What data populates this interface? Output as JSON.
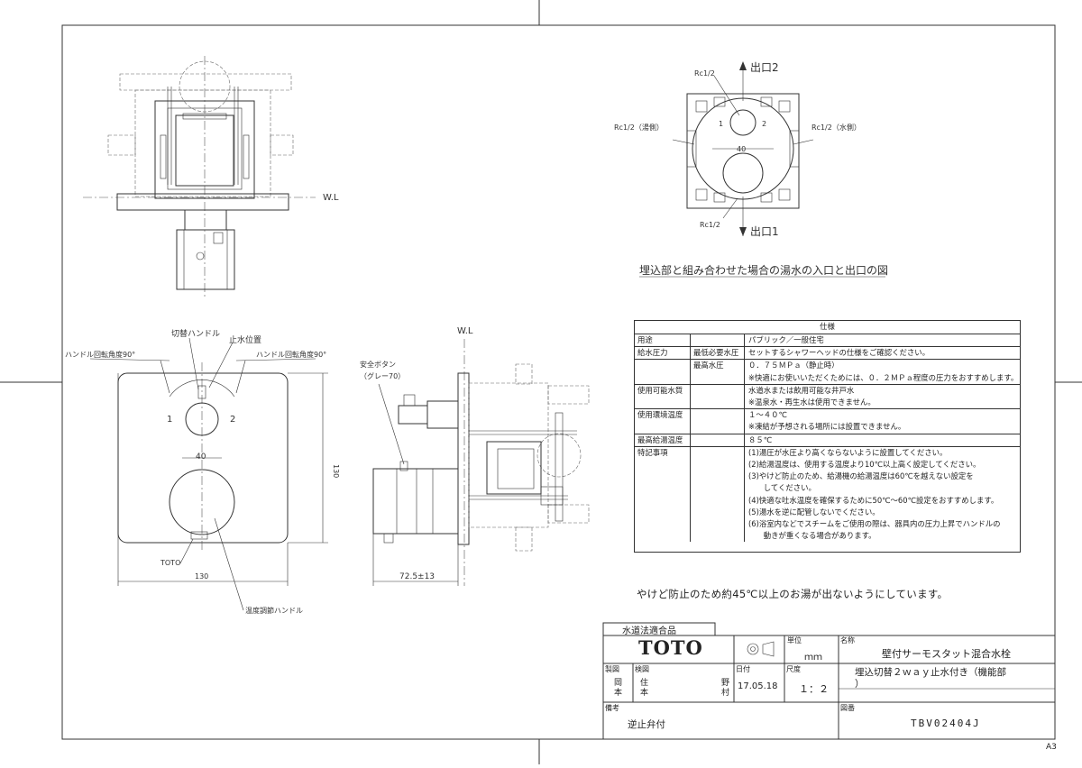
{
  "top_view": {
    "wl": "W.L"
  },
  "port_view": {
    "outlet2": "出口2",
    "outlet1": "出口1",
    "rc_top": "Rc1/2",
    "rc_bottom": "Rc1/2",
    "rc_left": "Rc1/2（湯側）",
    "rc_right": "Rc1/2（水側）",
    "num1": "1",
    "num2": "2",
    "num40": "40",
    "caption": "埋込部と組み合わせた場合の湯水の入口と出口の図"
  },
  "front_view": {
    "switch_handle": "切替ハンドル",
    "stop_position": "止水位置",
    "rot_left": "ハンドル回転角度90°",
    "rot_right": "ハンドル回転角度90°",
    "num1": "1",
    "num2": "2",
    "num40": "40",
    "toto_mark": "TOTO",
    "dim_height": "130",
    "dim_width": "130",
    "temp_handle": "温度調節ハンドル"
  },
  "side_view": {
    "wl": "W.L",
    "safety_button": "安全ボタン",
    "safety_color": "（グレー70）",
    "dim_depth": "72.5±13"
  },
  "spec": {
    "header": "仕様",
    "rows": [
      {
        "label": "用途",
        "sub": "",
        "values": [
          "パブリック／一般住宅"
        ]
      },
      {
        "label": "給水圧力",
        "sub": "最低必要水圧",
        "values": [
          "セットするシャワーヘッドの仕様をご確認ください。"
        ]
      },
      {
        "label": "",
        "sub": "最高水圧",
        "values": [
          "０．７５ＭＰａ（静止時）",
          "※快適にお使いいただくためには、０．２ＭＰａ程度の圧力をおすすめします。"
        ]
      },
      {
        "label": "使用可能水質",
        "sub": "",
        "values": [
          "水道水または飲用可能な井戸水",
          "※温泉水・再生水は使用できません。"
        ]
      },
      {
        "label": "使用環境温度",
        "sub": "",
        "values": [
          "１～４０℃",
          "※凍結が予想される場所には設置できません。"
        ]
      },
      {
        "label": "最高給湯温度",
        "sub": "",
        "values": [
          "８５℃"
        ]
      },
      {
        "label": "特記事項",
        "sub": "",
        "values": [
          "(1)湯圧が水圧より高くならないように設置してください。",
          "(2)給湯温度は、使用する温度より10℃以上高く設定してください。",
          "(3)やけど防止のため、給湯機の給湯温度は60℃を越えない設定を",
          "　　してください。",
          "(4)快適な吐水温度を確保するために50℃～60℃設定をおすすめします。",
          "(5)湯水を逆に配管しないでください。",
          "(6)浴室内などでスチームをご使用の際は、器具内の圧力上昇でハンドルの",
          "　　動きが重くなる場合があります。"
        ]
      }
    ]
  },
  "notice": "やけど防止のため約45℃以上のお湯が出ないようにしています。",
  "title_block": {
    "approval": "水道法適合品",
    "brand": "TOTO",
    "unit_label": "単位",
    "unit_value": "ｍｍ",
    "name_label": "名称",
    "name_value": "壁付サーモスタット混合水栓",
    "drawn_label": "製図",
    "drawn_by": [
      "岡",
      "本"
    ],
    "checked_label": "検図",
    "checked_by": [
      "住",
      "本"
    ],
    "checked_by2": [
      "野",
      "村"
    ],
    "date_label": "日付",
    "date_value": "17.05.18",
    "scale_label": "尺度",
    "scale_value": "１：２",
    "desc_line1": "埋込切替２ｗａｙ止水付き（機能部",
    "desc_line2": "）",
    "remarks_label": "備考",
    "remarks_value": "逆止弁付",
    "drawing_no_label": "図番",
    "drawing_no": "TBV02404J",
    "sheet_size": "A3"
  }
}
